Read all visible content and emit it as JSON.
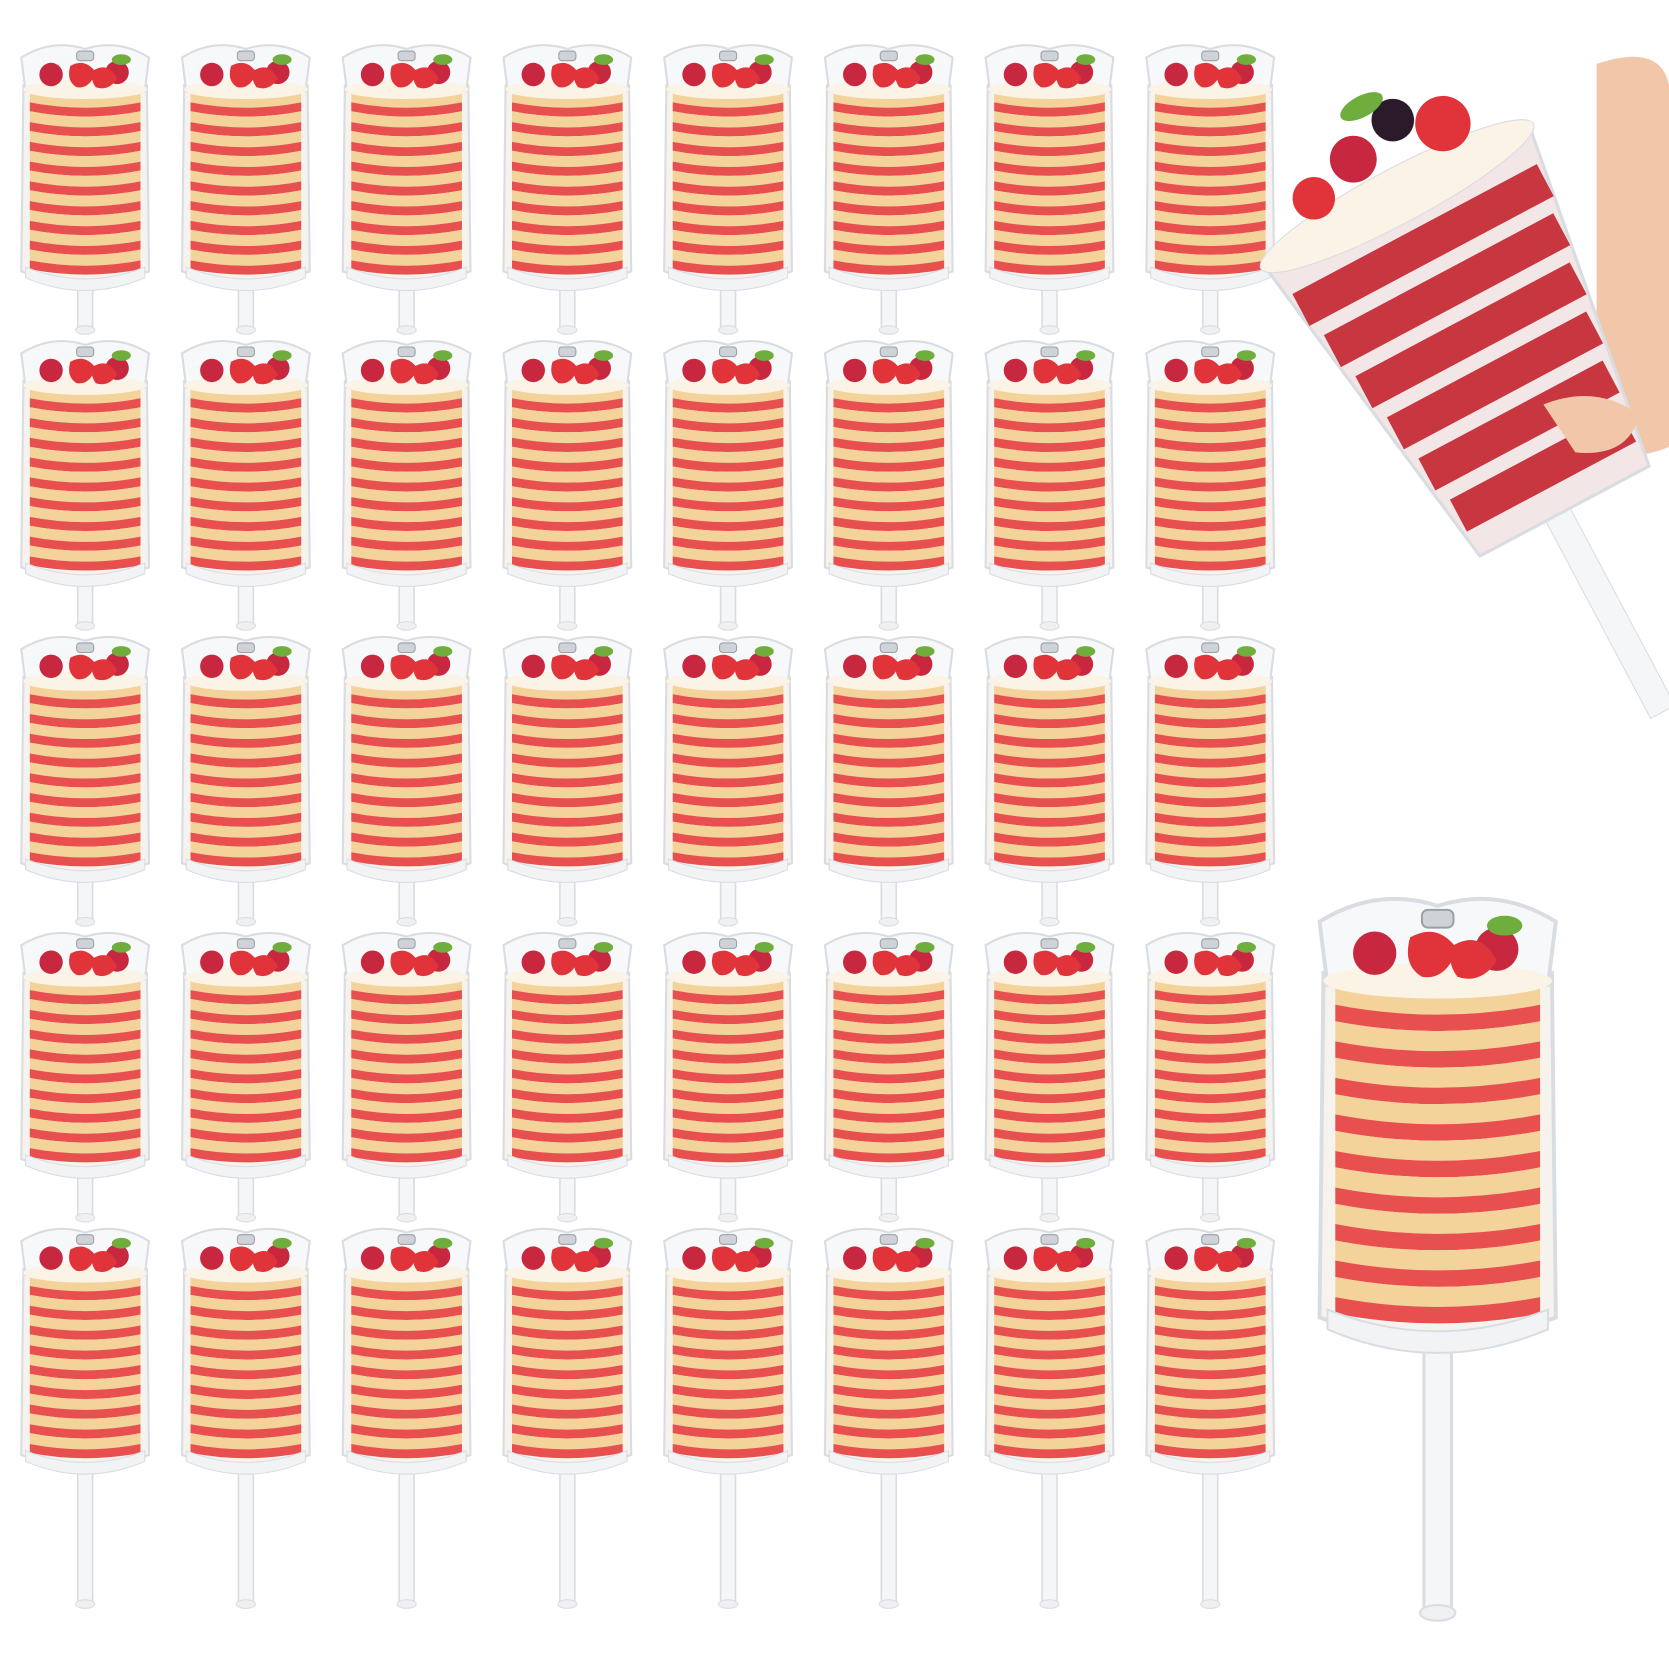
{
  "scene": {
    "subject": "push-pop-cake-containers",
    "grid": {
      "rows": 5,
      "columns": 8
    },
    "colors": {
      "background": "#ffffff",
      "cake": "#f3d39a",
      "jam": "#e8504f",
      "cream": "#fbf3e6",
      "strawberry": "#e0343a",
      "raspberry": "#c8283f",
      "mint": "#6fae3c",
      "blackberry": "#2a1a2a",
      "plastic": "#d9dde2",
      "red_velvet": "#c8363f",
      "skin": "#f2c6a8"
    }
  }
}
